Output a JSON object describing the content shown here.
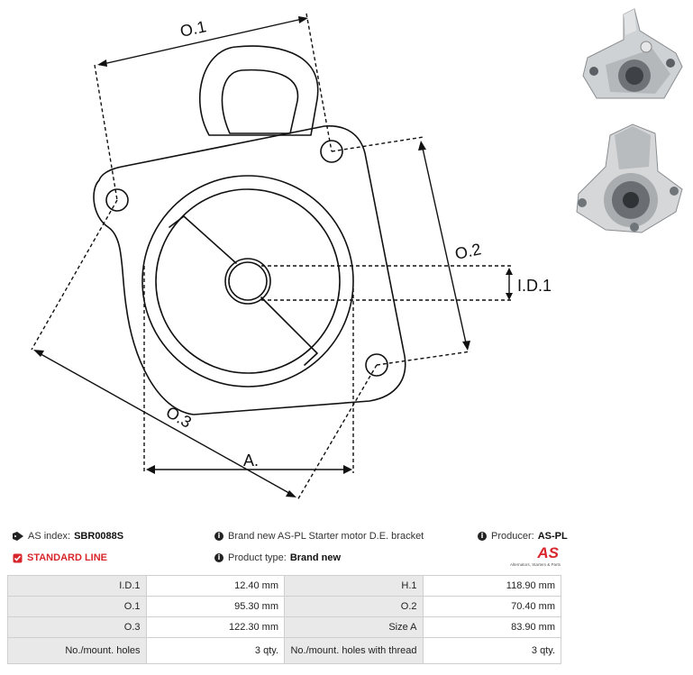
{
  "drawing": {
    "labels": {
      "o1": "O.1",
      "o2": "O.2",
      "o3": "O.3",
      "id1": "I.D.1",
      "a": "A."
    }
  },
  "header": {
    "as_index_label": "AS index:",
    "as_index_value": "SBR0088S",
    "description": "Brand new AS-PL Starter motor D.E. bracket",
    "producer_label": "Producer:",
    "producer_value": "AS-PL",
    "line_label": "STANDARD LINE",
    "product_type_label": "Product type:",
    "product_type_value": "Brand new",
    "logo_text": "AS",
    "logo_tagline": "Alternators, Starters & Parts"
  },
  "specs": [
    {
      "l1": "I.D.1",
      "v1": "12.40 mm",
      "l2": "H.1",
      "v2": "118.90 mm"
    },
    {
      "l1": "O.1",
      "v1": "95.30 mm",
      "l2": "O.2",
      "v2": "70.40 mm"
    },
    {
      "l1": "O.3",
      "v1": "122.30 mm",
      "l2": "Size A",
      "v2": "83.90 mm"
    },
    {
      "l1": "No./mount. holes",
      "v1": "3 qty.",
      "l2": "No./mount. holes with thread",
      "v2": "3 qty."
    }
  ],
  "colors": {
    "accent": "#d9262c",
    "table_label_bg": "#e9e9e9",
    "line": "#111111"
  },
  "icons": {
    "as_index": "tag-icon",
    "info": "info-icon",
    "line": "checkbox-icon"
  }
}
